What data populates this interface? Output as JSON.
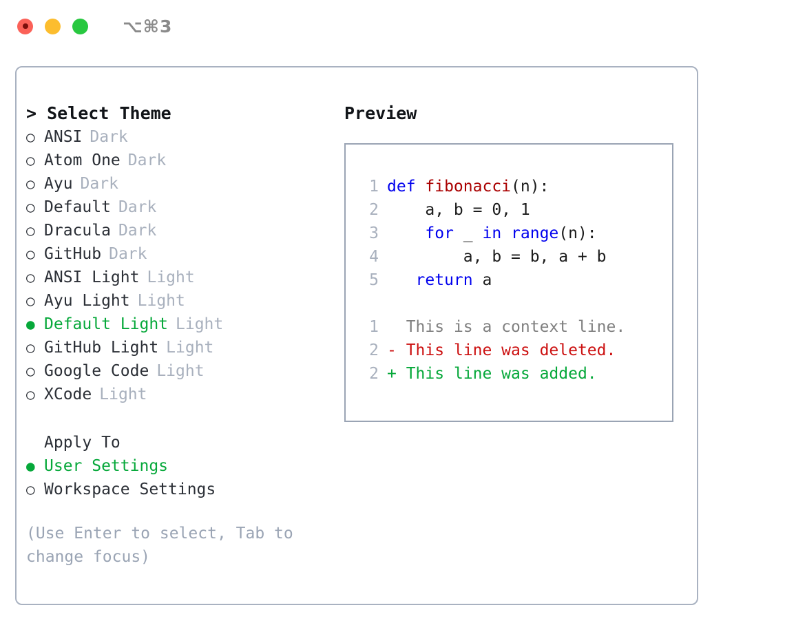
{
  "titlebar": {
    "shortcut": "⌥⌘3",
    "lights": [
      {
        "name": "close",
        "color": "#fb6158"
      },
      {
        "name": "minimize",
        "color": "#fcbd2e"
      },
      {
        "name": "maximize",
        "color": "#28c840"
      }
    ]
  },
  "colors": {
    "accent_green": "#06a83a",
    "muted": "#a8b0bd",
    "hint": "#9aa4b4",
    "text": "#2b2f36",
    "border": "#a9b2c1",
    "keyword_blue": "#0000ee",
    "function_red": "#aa0000",
    "diff_del": "#cc1111",
    "diff_add": "#06a83a",
    "diff_ctx": "#808080"
  },
  "select_theme": {
    "prompt": "> Select Theme",
    "bullet_unselected": "○",
    "bullet_selected": "●",
    "items": [
      {
        "label": "ANSI",
        "tag": "Dark",
        "selected": false
      },
      {
        "label": "Atom One",
        "tag": "Dark",
        "selected": false
      },
      {
        "label": "Ayu",
        "tag": "Dark",
        "selected": false
      },
      {
        "label": "Default",
        "tag": "Dark",
        "selected": false
      },
      {
        "label": "Dracula",
        "tag": "Dark",
        "selected": false
      },
      {
        "label": "GitHub",
        "tag": "Dark",
        "selected": false
      },
      {
        "label": "ANSI Light",
        "tag": "Light",
        "selected": false
      },
      {
        "label": "Ayu Light",
        "tag": "Light",
        "selected": false
      },
      {
        "label": "Default Light",
        "tag": "Light",
        "selected": true
      },
      {
        "label": "GitHub Light",
        "tag": "Light",
        "selected": false
      },
      {
        "label": "Google Code",
        "tag": "Light",
        "selected": false
      },
      {
        "label": "XCode",
        "tag": "Light",
        "selected": false
      }
    ]
  },
  "apply_to": {
    "heading": "Apply To",
    "items": [
      {
        "label": "User Settings",
        "selected": true
      },
      {
        "label": "Workspace Settings",
        "selected": false
      }
    ]
  },
  "hint": "(Use Enter to select, Tab to change focus)",
  "preview": {
    "heading": "Preview",
    "code_lines": [
      {
        "num": "1",
        "segments": [
          {
            "text": "def ",
            "kind": "kw"
          },
          {
            "text": "fibonacci",
            "kind": "fn"
          },
          {
            "text": "(n):",
            "kind": "plain"
          }
        ]
      },
      {
        "num": "2",
        "segments": [
          {
            "text": "    a, b = 0, 1",
            "kind": "plain"
          }
        ]
      },
      {
        "num": "3",
        "segments": [
          {
            "text": "    ",
            "kind": "plain"
          },
          {
            "text": "for",
            "kind": "kw"
          },
          {
            "text": " _ ",
            "kind": "plain"
          },
          {
            "text": "in range",
            "kind": "kw"
          },
          {
            "text": "(n):",
            "kind": "plain"
          }
        ]
      },
      {
        "num": "4",
        "segments": [
          {
            "text": "        a, b = b, a + b",
            "kind": "plain"
          }
        ]
      },
      {
        "num": "5",
        "segments": [
          {
            "text": "   ",
            "kind": "plain"
          },
          {
            "text": "return",
            "kind": "kw"
          },
          {
            "text": " a",
            "kind": "plain"
          }
        ]
      }
    ],
    "diff_lines": [
      {
        "num": "1",
        "marker": " ",
        "text": " This is a context line.",
        "kind": "ctx"
      },
      {
        "num": "2",
        "marker": "-",
        "text": " This line was deleted.",
        "kind": "del"
      },
      {
        "num": "2",
        "marker": "+",
        "text": " This line was added.",
        "kind": "add"
      }
    ]
  }
}
